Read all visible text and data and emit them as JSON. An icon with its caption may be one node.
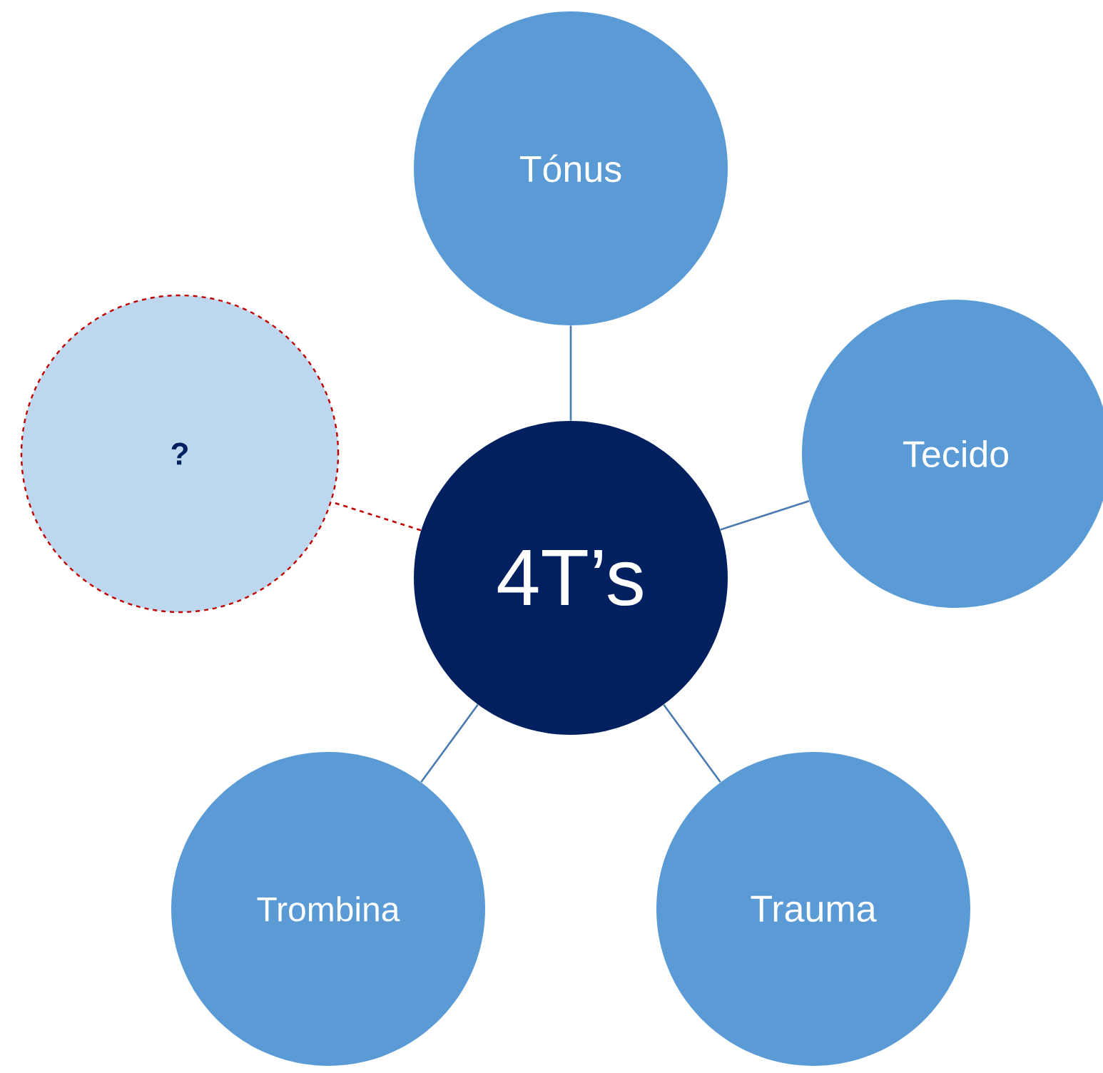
{
  "diagram": {
    "nodes": [
      {
        "text": [
          "Tónus"
        ]
      },
      {
        "text": [
          "?"
        ]
      },
      {
        "text": [
          "Tecido"
        ]
      },
      {
        "text": [
          "4T’s"
        ]
      },
      {
        "text": [
          "Trombina"
        ]
      },
      {
        "text": [
          "Trauma"
        ]
      }
    ],
    "edges": [
      {
        "from": 3,
        "to": 0,
        "arrow": "none"
      },
      {
        "from": 3,
        "to": 2,
        "arrow": "none"
      },
      {
        "from": 3,
        "to": 5,
        "arrow": "none"
      },
      {
        "from": 3,
        "to": 4,
        "arrow": "none"
      },
      {
        "from": 3,
        "to": 1,
        "arrow": "none",
        "style": "dashed",
        "color": "#c00000"
      }
    ]
  }
}
